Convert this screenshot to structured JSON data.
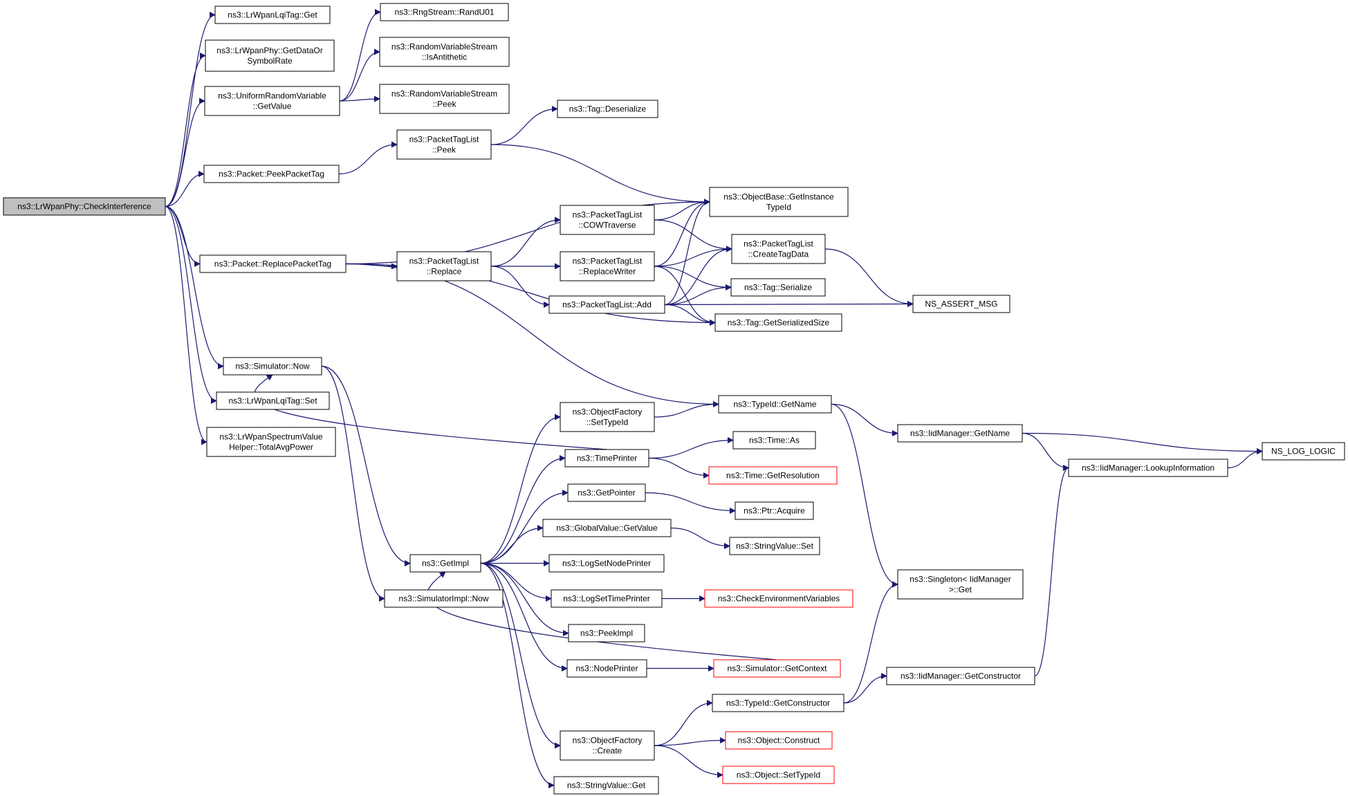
{
  "graph": {
    "colors": {
      "edge": "#191970",
      "node_border": "#000000",
      "truncated_border": "#ff0000",
      "root_fill": "#bfbfbf",
      "node_fill": "#ffffff"
    },
    "nodes": [
      {
        "id": "root",
        "lines": [
          "ns3::LrWpanPhy::CheckInterference"
        ],
        "style": "root"
      },
      {
        "id": "lqiGet",
        "lines": [
          "ns3::LrWpanLqiTag::Get"
        ]
      },
      {
        "id": "getDataOr",
        "lines": [
          "ns3::LrWpanPhy::GetDataOr",
          "SymbolRate"
        ]
      },
      {
        "id": "urvGetValue",
        "lines": [
          "ns3::UniformRandomVariable",
          "::GetValue"
        ]
      },
      {
        "id": "peekPacketTag",
        "lines": [
          "ns3::Packet::PeekPacketTag"
        ]
      },
      {
        "id": "replacePacketTag",
        "lines": [
          "ns3::Packet::ReplacePacketTag"
        ]
      },
      {
        "id": "simNow",
        "lines": [
          "ns3::Simulator::Now"
        ]
      },
      {
        "id": "lqiSet",
        "lines": [
          "ns3::LrWpanLqiTag::Set"
        ]
      },
      {
        "id": "totalAvgPower",
        "lines": [
          "ns3::LrWpanSpectrumValue",
          "Helper::TotalAvgPower"
        ]
      },
      {
        "id": "randU01",
        "lines": [
          "ns3::RngStream::RandU01"
        ]
      },
      {
        "id": "isAntithetic",
        "lines": [
          "ns3::RandomVariableStream",
          "::IsAntithetic"
        ]
      },
      {
        "id": "rvsPeek",
        "lines": [
          "ns3::RandomVariableStream",
          "::Peek"
        ]
      },
      {
        "id": "ptlPeek",
        "lines": [
          "ns3::PacketTagList",
          "::Peek"
        ]
      },
      {
        "id": "tagDeserialize",
        "lines": [
          "ns3::Tag::Deserialize"
        ]
      },
      {
        "id": "objGetInstance",
        "lines": [
          "ns3::ObjectBase::GetInstance",
          "TypeId"
        ]
      },
      {
        "id": "ptlReplace",
        "lines": [
          "ns3::PacketTagList",
          "::Replace"
        ]
      },
      {
        "id": "cowTraverse",
        "lines": [
          "ns3::PacketTagList",
          "::COWTraverse"
        ]
      },
      {
        "id": "replaceWriter",
        "lines": [
          "ns3::PacketTagList",
          "::ReplaceWriter"
        ]
      },
      {
        "id": "ptlAdd",
        "lines": [
          "ns3::PacketTagList::Add"
        ]
      },
      {
        "id": "createTagData",
        "lines": [
          "ns3::PacketTagList",
          "::CreateTagData"
        ]
      },
      {
        "id": "tagSerialize",
        "lines": [
          "ns3::Tag::Serialize"
        ]
      },
      {
        "id": "tagGetSerSize",
        "lines": [
          "ns3::Tag::GetSerializedSize"
        ]
      },
      {
        "id": "nsAssertMsg",
        "lines": [
          "NS_ASSERT_MSG"
        ]
      },
      {
        "id": "typeIdGetName",
        "lines": [
          "ns3::TypeId::GetName"
        ]
      },
      {
        "id": "iidGetName",
        "lines": [
          "ns3::IidManager::GetName"
        ]
      },
      {
        "id": "nsLogLogic",
        "lines": [
          "NS_LOG_LOGIC"
        ]
      },
      {
        "id": "iidLookup",
        "lines": [
          "ns3::IidManager::LookupInformation"
        ]
      },
      {
        "id": "ofSetTypeId",
        "lines": [
          "ns3::ObjectFactory",
          "::SetTypeId"
        ]
      },
      {
        "id": "timePrinter",
        "lines": [
          "ns3::TimePrinter"
        ]
      },
      {
        "id": "timeAs",
        "lines": [
          "ns3::Time::As"
        ]
      },
      {
        "id": "timeGetRes",
        "lines": [
          "ns3::Time::GetResolution"
        ],
        "style": "trunc"
      },
      {
        "id": "getPointer",
        "lines": [
          "ns3::GetPointer"
        ]
      },
      {
        "id": "ptrAcquire",
        "lines": [
          "ns3::Ptr::Acquire"
        ]
      },
      {
        "id": "gvGetValue",
        "lines": [
          "ns3::GlobalValue::GetValue"
        ]
      },
      {
        "id": "svSet",
        "lines": [
          "ns3::StringValue::Set"
        ]
      },
      {
        "id": "getImpl",
        "lines": [
          "ns3::GetImpl"
        ]
      },
      {
        "id": "logSetNodePrinter",
        "lines": [
          "ns3::LogSetNodePrinter"
        ]
      },
      {
        "id": "logSetTimePrinter",
        "lines": [
          "ns3::LogSetTimePrinter"
        ]
      },
      {
        "id": "checkEnv",
        "lines": [
          "ns3::CheckEnvironmentVariables"
        ],
        "style": "trunc"
      },
      {
        "id": "simImplNow",
        "lines": [
          "ns3::SimulatorImpl::Now"
        ]
      },
      {
        "id": "singletonGet",
        "lines": [
          "ns3::Singleton< IidManager",
          ">::Get"
        ]
      },
      {
        "id": "peekImpl",
        "lines": [
          "ns3::PeekImpl"
        ]
      },
      {
        "id": "nodePrinter",
        "lines": [
          "ns3::NodePrinter"
        ]
      },
      {
        "id": "simGetContext",
        "lines": [
          "ns3::Simulator::GetContext"
        ],
        "style": "trunc"
      },
      {
        "id": "iidGetCtor",
        "lines": [
          "ns3::IidManager::GetConstructor"
        ]
      },
      {
        "id": "typeIdGetCtor",
        "lines": [
          "ns3::TypeId::GetConstructor"
        ]
      },
      {
        "id": "ofCreate",
        "lines": [
          "ns3::ObjectFactory",
          "::Create"
        ]
      },
      {
        "id": "objConstruct",
        "lines": [
          "ns3::Object::Construct"
        ],
        "style": "trunc"
      },
      {
        "id": "objSetTypeId",
        "lines": [
          "ns3::Object::SetTypeId"
        ],
        "style": "trunc"
      },
      {
        "id": "svGet",
        "lines": [
          "ns3::StringValue::Get"
        ]
      }
    ],
    "edges": [
      [
        "root",
        "lqiGet"
      ],
      [
        "root",
        "getDataOr"
      ],
      [
        "root",
        "urvGetValue"
      ],
      [
        "root",
        "peekPacketTag"
      ],
      [
        "root",
        "replacePacketTag"
      ],
      [
        "root",
        "simNow"
      ],
      [
        "root",
        "lqiSet"
      ],
      [
        "root",
        "totalAvgPower"
      ],
      [
        "urvGetValue",
        "randU01"
      ],
      [
        "urvGetValue",
        "isAntithetic"
      ],
      [
        "urvGetValue",
        "rvsPeek"
      ],
      [
        "peekPacketTag",
        "ptlPeek"
      ],
      [
        "ptlPeek",
        "tagDeserialize"
      ],
      [
        "ptlPeek",
        "objGetInstance"
      ],
      [
        "replacePacketTag",
        "objGetInstance"
      ],
      [
        "replacePacketTag",
        "ptlReplace"
      ],
      [
        "replacePacketTag",
        "tagGetSerSize"
      ],
      [
        "replacePacketTag",
        "typeIdGetName"
      ],
      [
        "ptlReplace",
        "cowTraverse"
      ],
      [
        "ptlReplace",
        "replaceWriter"
      ],
      [
        "ptlReplace",
        "ptlAdd"
      ],
      [
        "cowTraverse",
        "objGetInstance"
      ],
      [
        "cowTraverse",
        "createTagData"
      ],
      [
        "replaceWriter",
        "objGetInstance"
      ],
      [
        "replaceWriter",
        "createTagData"
      ],
      [
        "replaceWriter",
        "tagSerialize"
      ],
      [
        "replaceWriter",
        "tagGetSerSize"
      ],
      [
        "ptlAdd",
        "objGetInstance"
      ],
      [
        "ptlAdd",
        "createTagData"
      ],
      [
        "ptlAdd",
        "tagSerialize"
      ],
      [
        "ptlAdd",
        "tagGetSerSize"
      ],
      [
        "ptlAdd",
        "nsAssertMsg"
      ],
      [
        "createTagData",
        "nsAssertMsg"
      ],
      [
        "simNow",
        "getImpl"
      ],
      [
        "simNow",
        "simImplNow"
      ],
      [
        "typeIdGetName",
        "iidGetName"
      ],
      [
        "typeIdGetName",
        "singletonGet"
      ],
      [
        "iidGetName",
        "nsLogLogic"
      ],
      [
        "iidGetName",
        "iidLookup"
      ],
      [
        "iidLookup",
        "nsLogLogic"
      ],
      [
        "ofSetTypeId",
        "typeIdGetName"
      ],
      [
        "timePrinter",
        "simNow"
      ],
      [
        "timePrinter",
        "timeAs"
      ],
      [
        "timePrinter",
        "timeGetRes"
      ],
      [
        "getPointer",
        "ptrAcquire"
      ],
      [
        "gvGetValue",
        "svSet"
      ],
      [
        "getImpl",
        "ofSetTypeId"
      ],
      [
        "getImpl",
        "timePrinter"
      ],
      [
        "getImpl",
        "getPointer"
      ],
      [
        "getImpl",
        "gvGetValue"
      ],
      [
        "getImpl",
        "logSetNodePrinter"
      ],
      [
        "getImpl",
        "logSetTimePrinter"
      ],
      [
        "getImpl",
        "peekImpl"
      ],
      [
        "getImpl",
        "nodePrinter"
      ],
      [
        "getImpl",
        "ofCreate"
      ],
      [
        "getImpl",
        "svGet"
      ],
      [
        "logSetTimePrinter",
        "checkEnv"
      ],
      [
        "nodePrinter",
        "simGetContext"
      ],
      [
        "simGetContext",
        "getImpl"
      ],
      [
        "typeIdGetCtor",
        "singletonGet"
      ],
      [
        "typeIdGetCtor",
        "iidGetCtor"
      ],
      [
        "iidGetCtor",
        "iidLookup"
      ],
      [
        "ofCreate",
        "typeIdGetCtor"
      ],
      [
        "ofCreate",
        "objConstruct"
      ],
      [
        "ofCreate",
        "objSetTypeId"
      ]
    ]
  }
}
